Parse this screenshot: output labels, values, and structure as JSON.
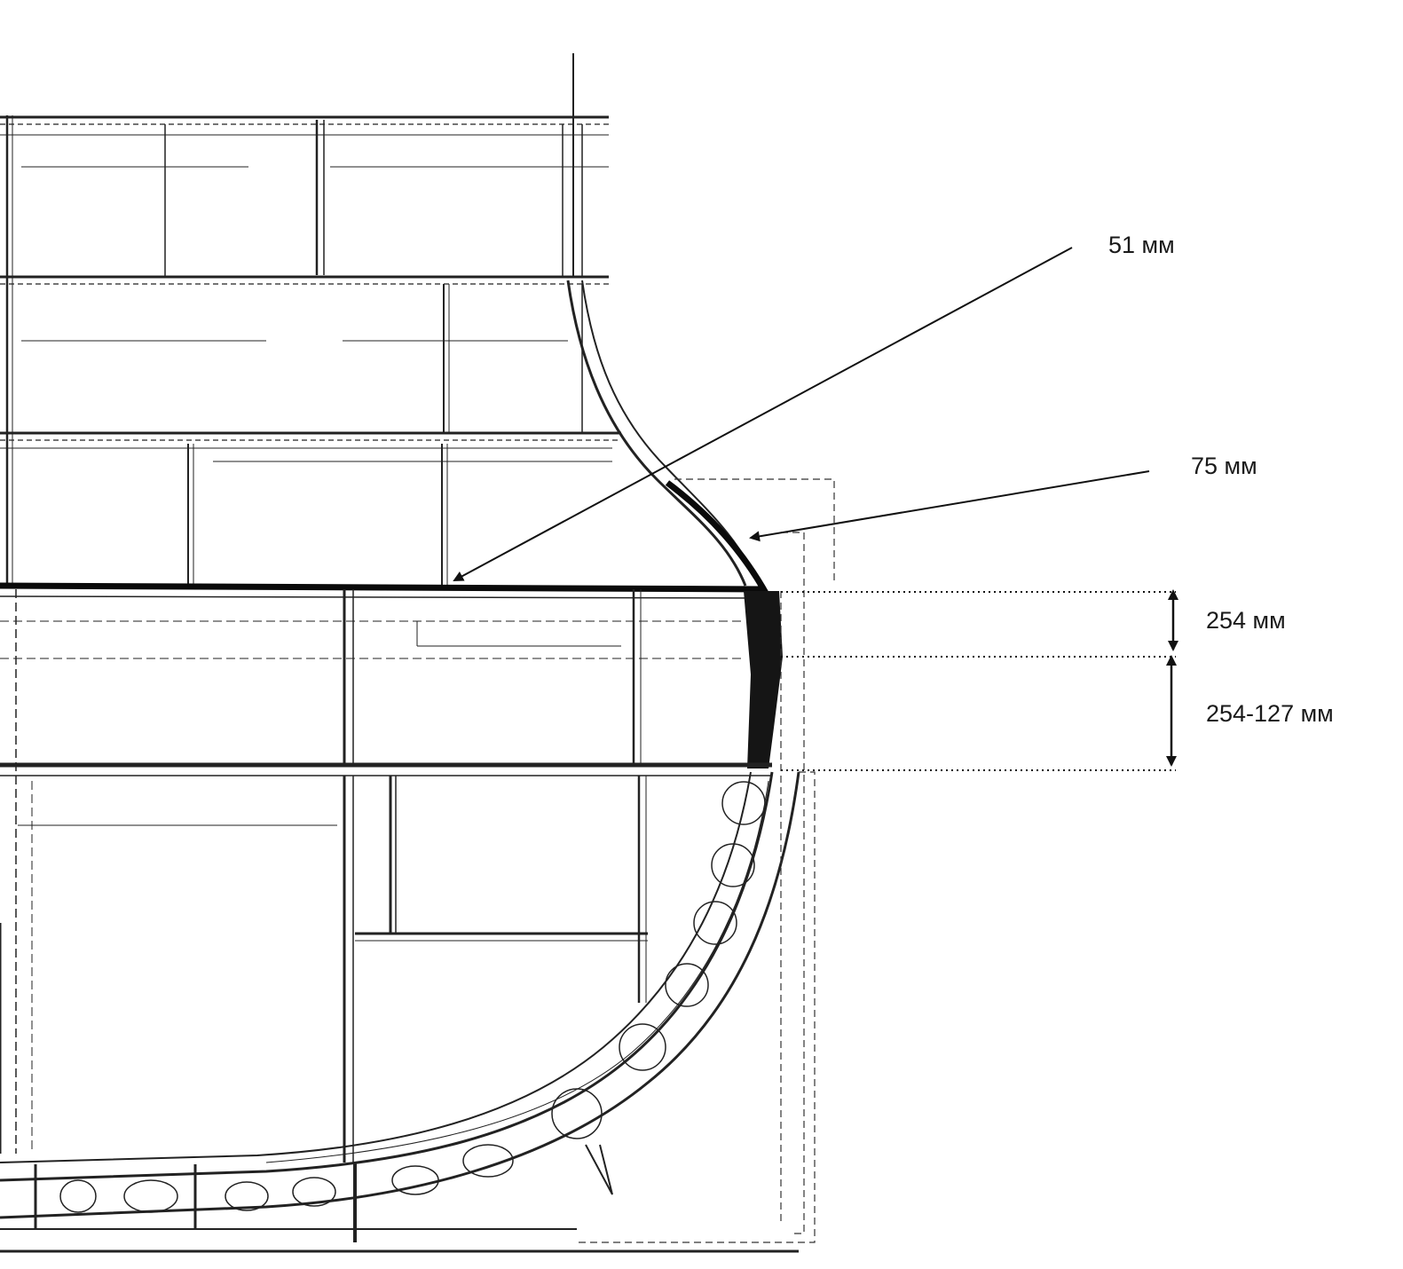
{
  "annotations": {
    "deck_armor": "51 мм",
    "bevel_armor": "75 мм",
    "belt_upper": "254 мм",
    "belt_lower": "254-127 мм"
  },
  "colors": {
    "ink": "#111111",
    "faint": "#2a2a2a",
    "background": "#ffffff"
  }
}
